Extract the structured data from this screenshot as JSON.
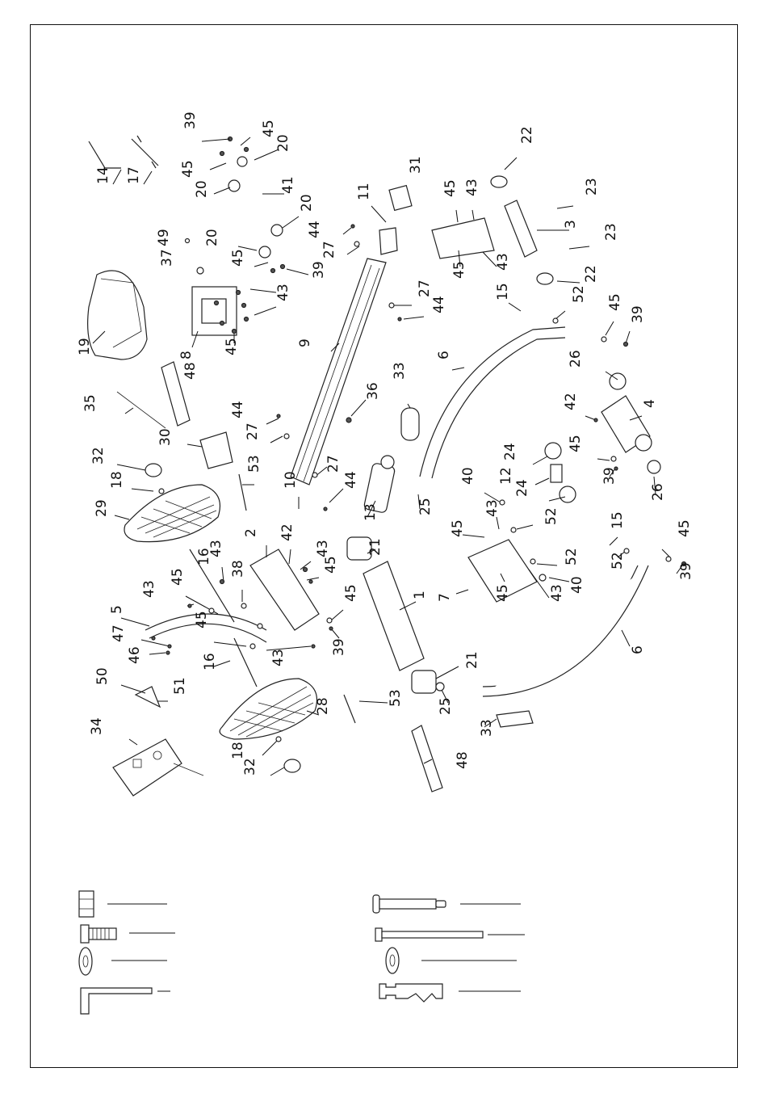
{
  "diagram": {
    "title": "",
    "part_labels": [
      {
        "id": "l14",
        "text": "14"
      },
      {
        "id": "l17",
        "text": "17"
      },
      {
        "id": "l39a",
        "text": "39"
      },
      {
        "id": "l45a",
        "text": "45"
      },
      {
        "id": "l20a",
        "text": "20"
      },
      {
        "id": "l45b",
        "text": "45"
      },
      {
        "id": "l20b",
        "text": "20"
      },
      {
        "id": "l41",
        "text": "41"
      },
      {
        "id": "l20c",
        "text": "20"
      },
      {
        "id": "l20d",
        "text": "20"
      },
      {
        "id": "l45c",
        "text": "45"
      },
      {
        "id": "l39b",
        "text": "39"
      },
      {
        "id": "l49",
        "text": "49"
      },
      {
        "id": "l37",
        "text": "37"
      },
      {
        "id": "l43a",
        "text": "43"
      },
      {
        "id": "l45d",
        "text": "45"
      },
      {
        "id": "l8",
        "text": "8"
      },
      {
        "id": "l19",
        "text": "19"
      },
      {
        "id": "l48a",
        "text": "48"
      },
      {
        "id": "l35",
        "text": "35"
      },
      {
        "id": "l30",
        "text": "30"
      },
      {
        "id": "l32a",
        "text": "32"
      },
      {
        "id": "l18a",
        "text": "18"
      },
      {
        "id": "l29",
        "text": "29"
      },
      {
        "id": "l53a",
        "text": "53"
      },
      {
        "id": "l44a",
        "text": "44"
      },
      {
        "id": "l27a",
        "text": "27"
      },
      {
        "id": "l11",
        "text": "11"
      },
      {
        "id": "l44b",
        "text": "44"
      },
      {
        "id": "l27b",
        "text": "27"
      },
      {
        "id": "l9",
        "text": "9"
      },
      {
        "id": "l27c",
        "text": "27"
      },
      {
        "id": "l44c",
        "text": "44"
      },
      {
        "id": "l36",
        "text": "36"
      },
      {
        "id": "l31",
        "text": "31"
      },
      {
        "id": "l33a",
        "text": "33"
      },
      {
        "id": "l44d",
        "text": "44"
      },
      {
        "id": "l27d",
        "text": "27"
      },
      {
        "id": "l10",
        "text": "10"
      },
      {
        "id": "l13",
        "text": "13"
      },
      {
        "id": "l25a",
        "text": "25"
      },
      {
        "id": "l2",
        "text": "2"
      },
      {
        "id": "l42a",
        "text": "42"
      },
      {
        "id": "l43b",
        "text": "43"
      },
      {
        "id": "l43c",
        "text": "43"
      },
      {
        "id": "l45e",
        "text": "45"
      },
      {
        "id": "l38",
        "text": "38"
      },
      {
        "id": "l16a",
        "text": "16"
      },
      {
        "id": "l45f",
        "text": "45"
      },
      {
        "id": "l43d",
        "text": "43"
      },
      {
        "id": "l5",
        "text": "5"
      },
      {
        "id": "l47",
        "text": "47"
      },
      {
        "id": "l46",
        "text": "46"
      },
      {
        "id": "l45g",
        "text": "45"
      },
      {
        "id": "l16b",
        "text": "16"
      },
      {
        "id": "l43e",
        "text": "43"
      },
      {
        "id": "l45h",
        "text": "45"
      },
      {
        "id": "l39c",
        "text": "39"
      },
      {
        "id": "l21a",
        "text": "21"
      },
      {
        "id": "l1",
        "text": "1"
      },
      {
        "id": "l21b",
        "text": "21"
      },
      {
        "id": "l53b",
        "text": "53"
      },
      {
        "id": "l25b",
        "text": "25"
      },
      {
        "id": "l33b",
        "text": "33"
      },
      {
        "id": "l48b",
        "text": "48"
      },
      {
        "id": "l28",
        "text": "28"
      },
      {
        "id": "l18b",
        "text": "18"
      },
      {
        "id": "l32b",
        "text": "32"
      },
      {
        "id": "l50",
        "text": "50"
      },
      {
        "id": "l51",
        "text": "51"
      },
      {
        "id": "l34",
        "text": "34"
      },
      {
        "id": "l22a",
        "text": "22"
      },
      {
        "id": "l45i",
        "text": "45"
      },
      {
        "id": "l43f",
        "text": "43"
      },
      {
        "id": "l23a",
        "text": "23"
      },
      {
        "id": "l3",
        "text": "3"
      },
      {
        "id": "l23b",
        "text": "23"
      },
      {
        "id": "l45j",
        "text": "45"
      },
      {
        "id": "l43g",
        "text": "43"
      },
      {
        "id": "l22b",
        "text": "22"
      },
      {
        "id": "l15a",
        "text": "15"
      },
      {
        "id": "l52a",
        "text": "52"
      },
      {
        "id": "l45k",
        "text": "45"
      },
      {
        "id": "l39d",
        "text": "39"
      },
      {
        "id": "l6a",
        "text": "6"
      },
      {
        "id": "l26a",
        "text": "26"
      },
      {
        "id": "l42b",
        "text": "42"
      },
      {
        "id": "l4",
        "text": "4"
      },
      {
        "id": "l24a",
        "text": "24"
      },
      {
        "id": "l45l",
        "text": "45"
      },
      {
        "id": "l12",
        "text": "12"
      },
      {
        "id": "l39e",
        "text": "39"
      },
      {
        "id": "l24b",
        "text": "24"
      },
      {
        "id": "l26b",
        "text": "26"
      },
      {
        "id": "l40a",
        "text": "40"
      },
      {
        "id": "l45m",
        "text": "45"
      },
      {
        "id": "l43h",
        "text": "43"
      },
      {
        "id": "l52b",
        "text": "52"
      },
      {
        "id": "l15b",
        "text": "15"
      },
      {
        "id": "l45n",
        "text": "45"
      },
      {
        "id": "l52c",
        "text": "52"
      },
      {
        "id": "l52d",
        "text": "52"
      },
      {
        "id": "l7",
        "text": "7"
      },
      {
        "id": "l45o",
        "text": "45"
      },
      {
        "id": "l43i",
        "text": "43"
      },
      {
        "id": "l40b",
        "text": "40"
      },
      {
        "id": "l39f",
        "text": "39"
      },
      {
        "id": "l6b",
        "text": "6"
      }
    ]
  },
  "colors": {
    "line": "#111111",
    "background": "#ffffff"
  }
}
